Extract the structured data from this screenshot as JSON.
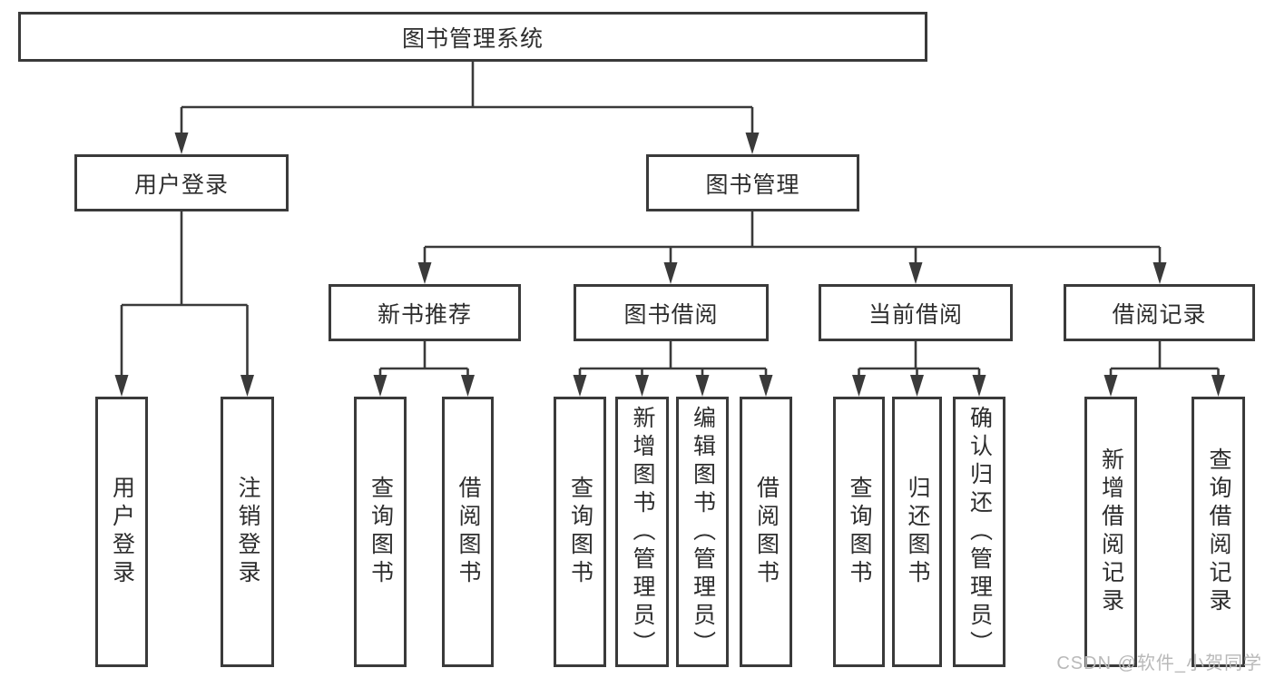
{
  "colors": {
    "line": "#3a3a3a",
    "text": "#2d2d2d",
    "watermark": "#b9b9b9",
    "background": "#ffffff"
  },
  "root": "图书管理系统",
  "level2": [
    "用户登录",
    "图书管理"
  ],
  "level3": [
    "新书推荐",
    "图书借阅",
    "当前借阅",
    "借阅记录"
  ],
  "leaves": {
    "user_login": [
      "用户登录",
      "注销登录"
    ],
    "new_books": [
      "查询图书",
      "借阅图书"
    ],
    "book_borrow": [
      "查询图书",
      "新增图书（管理员）",
      "编辑图书（管理员）",
      "借阅图书"
    ],
    "current_borrow": [
      "查询图书",
      "归还图书",
      "确认归还（管理员）"
    ],
    "records": [
      "新增借阅记录",
      "查询借阅记录"
    ]
  },
  "watermark": {
    "text": "CSDN @软件_小贺同学"
  }
}
